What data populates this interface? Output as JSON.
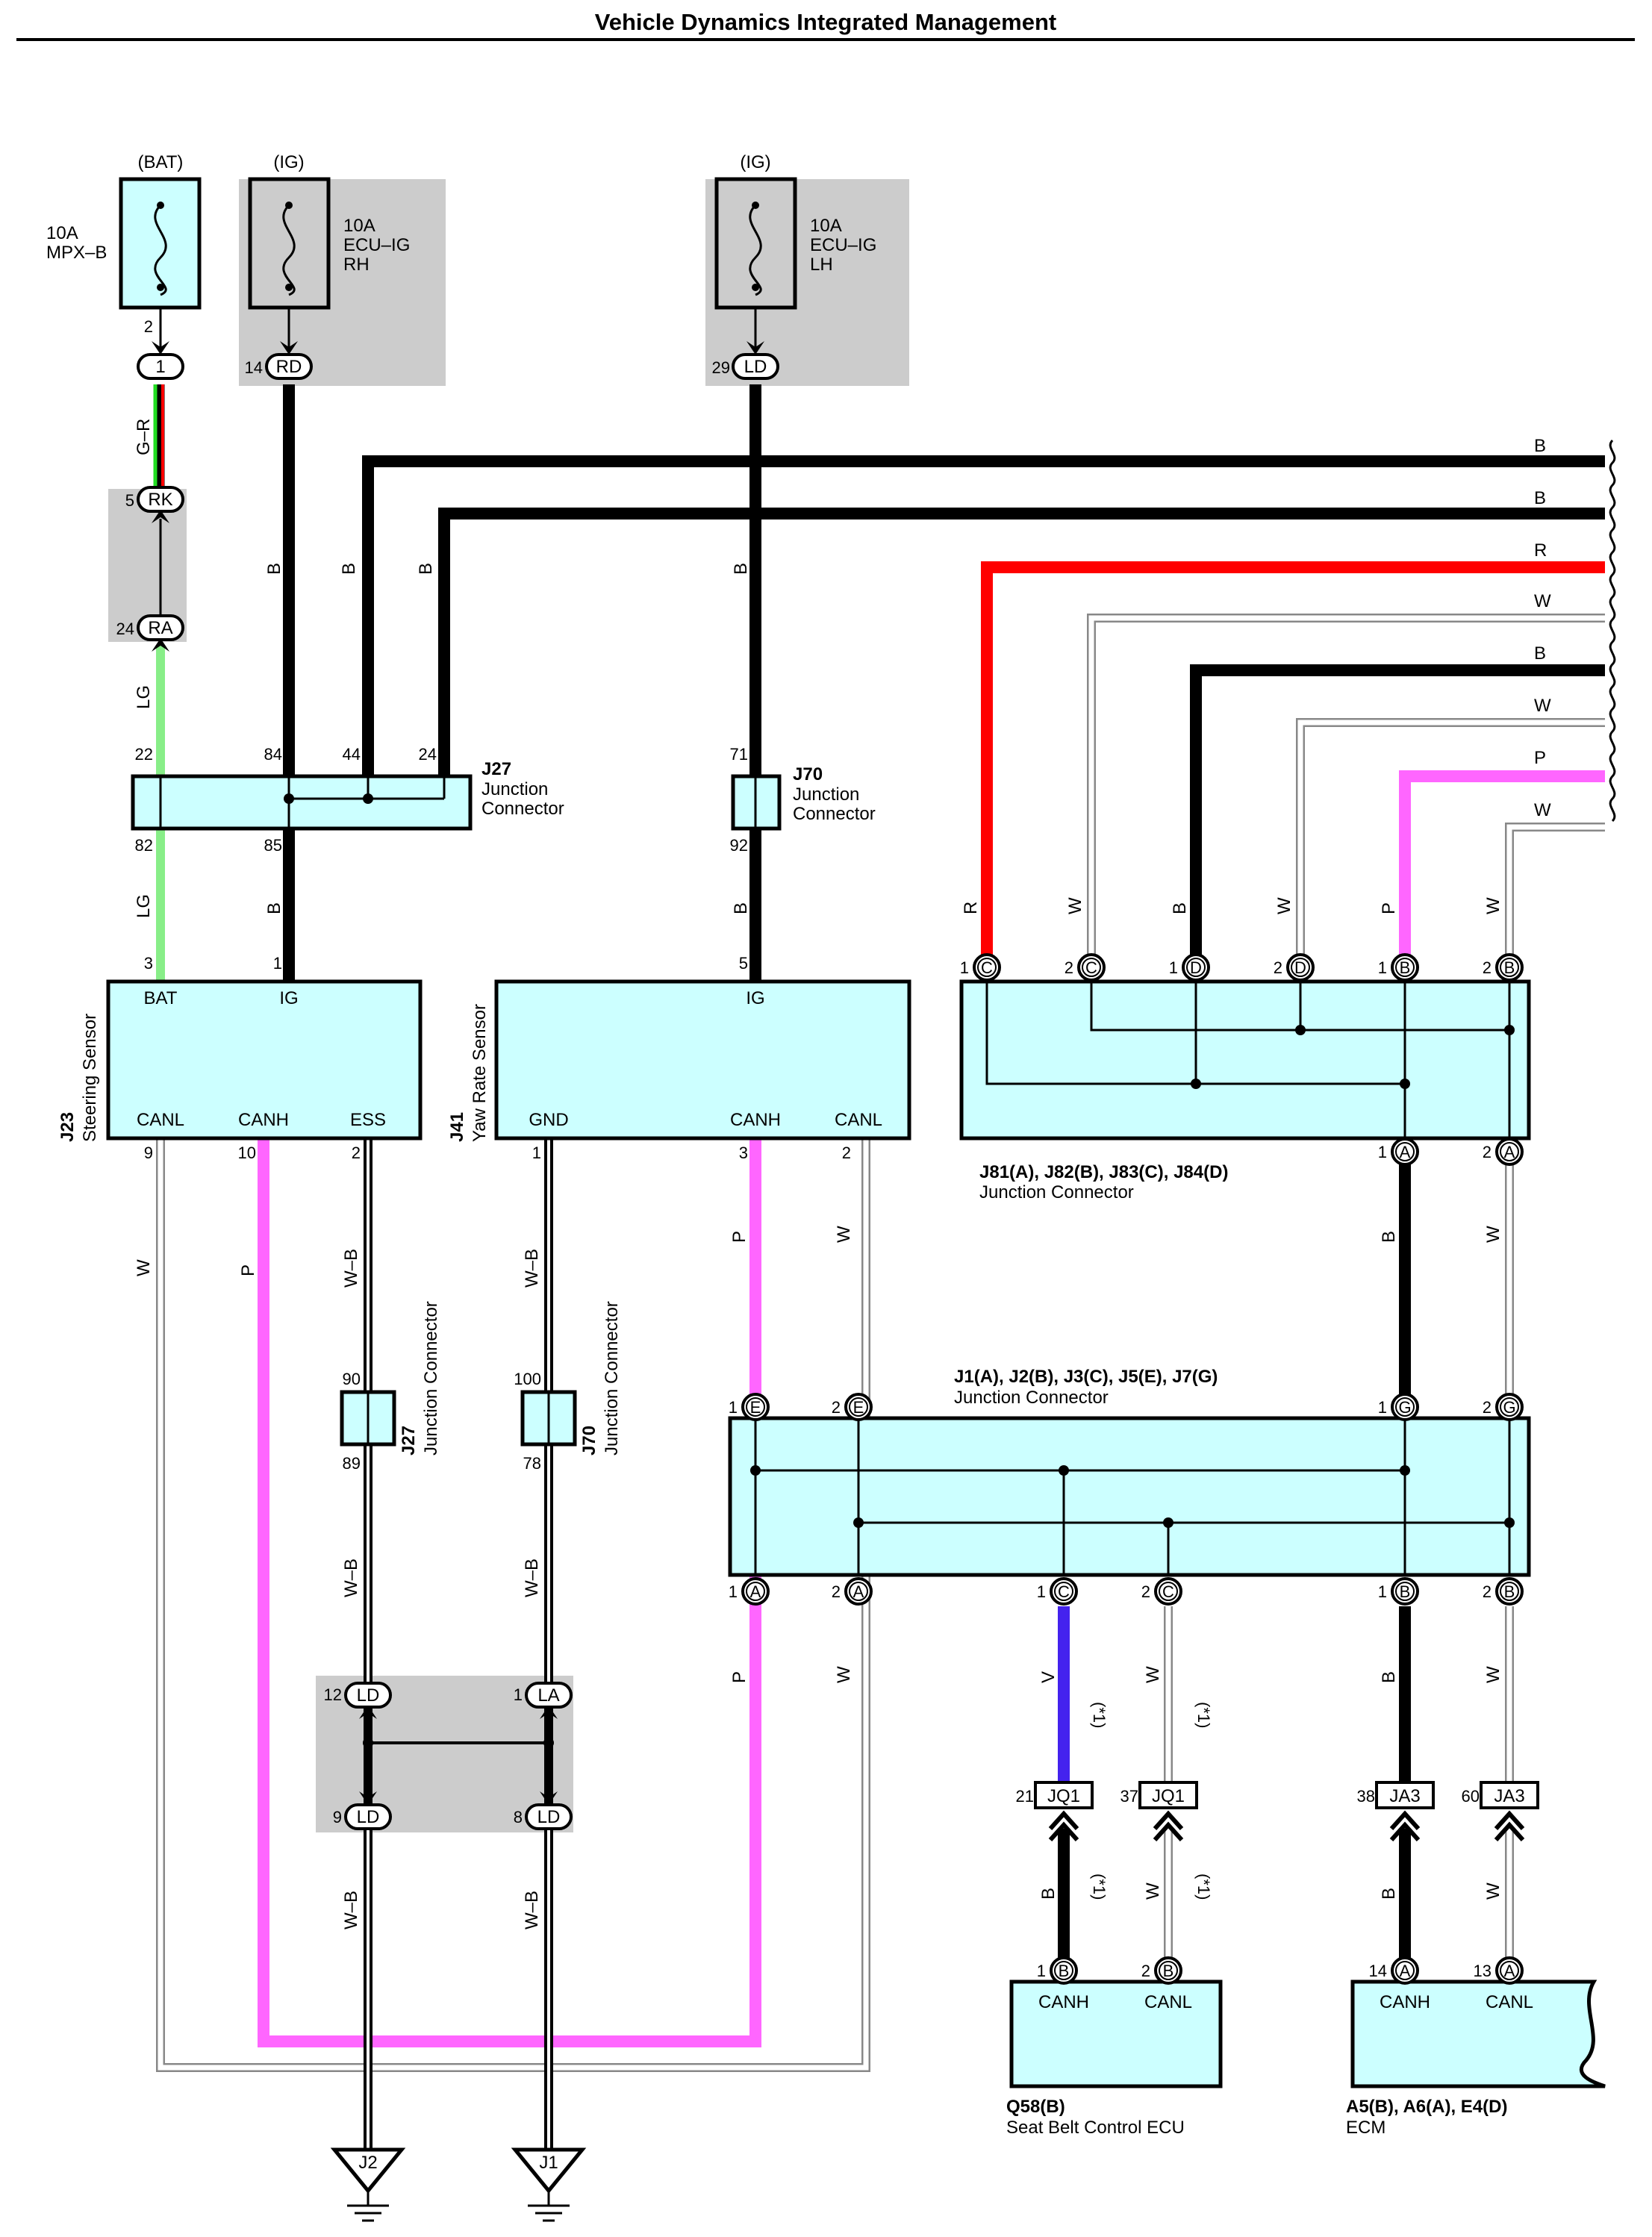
{
  "title": "Vehicle Dynamics Integrated Management",
  "colors": {
    "B": "#000000",
    "W": "#ffffff",
    "R": "#ff0000",
    "P": "#ff66ff",
    "LG": "#88ee88",
    "G": "#22dd22",
    "V": "#4422ee",
    "component_fill": "#ccffff",
    "shade_box": "#cccccc"
  },
  "power": {
    "bat_label": "(BAT)",
    "ig1_label": "(IG)",
    "ig2_label": "(IG)",
    "fuse_mpx": [
      "10A",
      "MPX–B"
    ],
    "fuse_ecu_rh": [
      "10A",
      "ECU–IG",
      "RH"
    ],
    "fuse_ecu_lh": [
      "10A",
      "ECU–IG",
      "LH"
    ]
  },
  "connectors": {
    "c1": "1",
    "rk": "RK",
    "ra": "RA",
    "rd": "RD",
    "ld": "LD",
    "ld2": "LD",
    "la": "LA",
    "ld3": "LD",
    "ld4": "LD",
    "jq1a": "JQ1",
    "jq1b": "JQ1",
    "ja3a": "JA3",
    "ja3b": "JA3",
    "A": "A",
    "B": "B",
    "C": "C",
    "D": "D",
    "E": "E",
    "G": "G"
  },
  "pins": {
    "p2": "2",
    "p5": "5",
    "p24": "24",
    "p14": "14",
    "p29": "29",
    "p22": "22",
    "p84": "84",
    "p44": "44",
    "p24b": "24",
    "p71": "71",
    "p82": "82",
    "p85": "85",
    "p92": "92",
    "p3": "3",
    "p1": "1",
    "p5b": "5",
    "p9": "9",
    "p10": "10",
    "p2b": "2",
    "p1b": "1",
    "p3b": "3",
    "p2c": "2",
    "p90": "90",
    "p89": "89",
    "p100": "100",
    "p78": "78",
    "p12": "12",
    "p1c": "1",
    "p9b": "9",
    "p8": "8",
    "one": "1",
    "two": "2",
    "p21": "21",
    "p37": "37",
    "p38": "38",
    "p60": "60",
    "p14b": "14",
    "p13": "13"
  },
  "wires": {
    "GR": "G–R",
    "LG": "LG",
    "B": "B",
    "W": "W",
    "R": "R",
    "P": "P",
    "WB": "W–B",
    "V": "V",
    "note": "(*1)"
  },
  "components": {
    "j27": {
      "id": "J27",
      "name": [
        "Junction",
        "Connector"
      ]
    },
    "j70": {
      "id": "J70",
      "name": [
        "Junction",
        "Connector"
      ]
    },
    "j23": {
      "id": "J23",
      "name": "Steering Sensor",
      "pins": [
        "BAT",
        "IG",
        "CANL",
        "CANH",
        "ESS"
      ]
    },
    "j41": {
      "id": "J41",
      "name": "Yaw Rate Sensor",
      "pins": [
        "IG",
        "GND",
        "CANH",
        "CANL"
      ]
    },
    "j81": {
      "id": "J81(A), J82(B), J83(C), J84(D)",
      "name": "Junction Connector"
    },
    "j1": {
      "id": "J1(A), J2(B), J3(C), J5(E), J7(G)",
      "name": "Junction Connector"
    },
    "j27v": {
      "id": "J27",
      "name": "Junction Connector"
    },
    "j70v": {
      "id": "J70",
      "name": "Junction Connector"
    },
    "q58": {
      "id": "Q58(B)",
      "name": "Seat Belt Control ECU",
      "pins": [
        "CANH",
        "CANL"
      ]
    },
    "ecm": {
      "id": "A5(B), A6(A), E4(D)",
      "name": "ECM",
      "pins": [
        "CANH",
        "CANL"
      ]
    }
  },
  "grounds": [
    "J2",
    "J1"
  ]
}
